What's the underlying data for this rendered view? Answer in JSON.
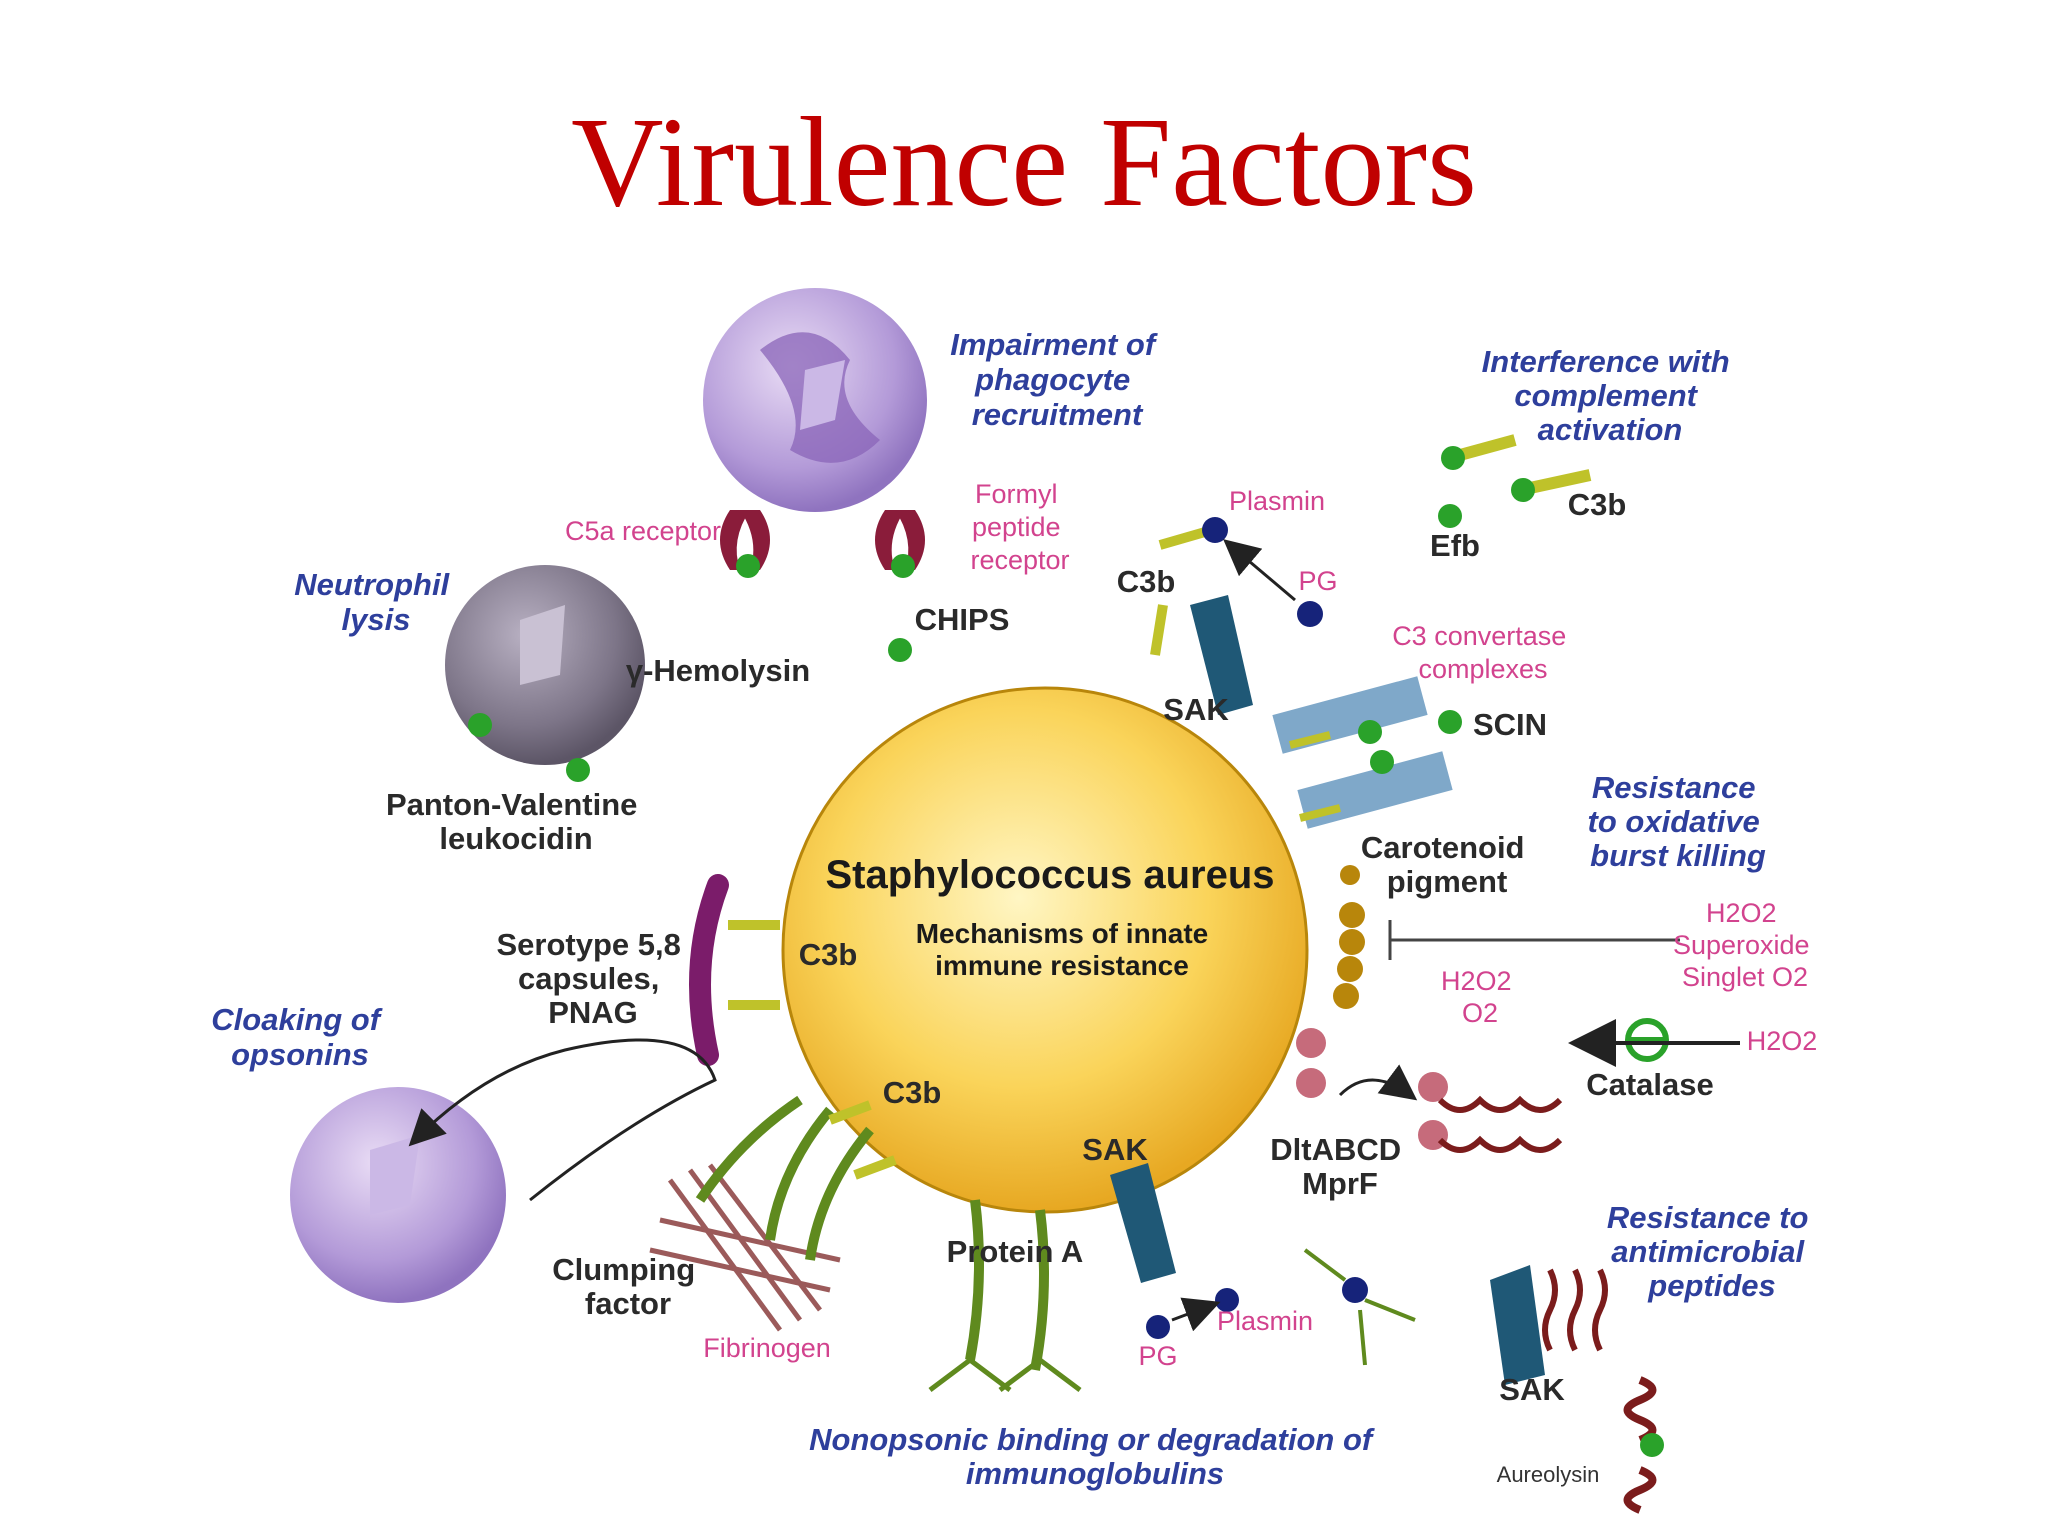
{
  "title": "Virulence Factors",
  "center": {
    "organism": "Staphylococcus aureus",
    "subtitle_line1": "Mechanisms of innate",
    "subtitle_line2": "immune resistance"
  },
  "mechanisms": {
    "phagocyte_recruitment": [
      "Impairment of",
      "phagocyte",
      "recruitment"
    ],
    "complement": [
      "Interference with",
      "complement",
      "activation"
    ],
    "neutrophil_lysis": [
      "Neutrophil",
      "lysis"
    ],
    "oxidative": [
      "Resistance",
      "to oxidative",
      "burst killing"
    ],
    "cloaking": [
      "Cloaking of",
      "opsonins"
    ],
    "antimicrobial": [
      "Resistance to",
      "antimicrobial",
      "peptides"
    ],
    "immunoglobulins": [
      "Nonopsonic binding or degradation of",
      "immunoglobulins"
    ]
  },
  "pink_labels": {
    "c5a_receptor": "C5a receptor",
    "formyl": [
      "Formyl",
      "peptide",
      "receptor"
    ],
    "plasmin_top": "Plasmin",
    "pg_top": "PG",
    "c3_convertase": [
      "C3 convertase",
      "complexes"
    ],
    "h2o2_o2_super": [
      "H2O2",
      "Superoxide",
      "Singlet O2"
    ],
    "h2o2_o2_mid": [
      "H2O2",
      "O2"
    ],
    "h2o2_catalase": "H2O2",
    "fibrinogen": "Fibrinogen",
    "plasmin_bottom": "Plasmin",
    "pg_bottom": "PG"
  },
  "dark_labels": {
    "chips": "CHIPS",
    "c3b_top": "C3b",
    "sak_top": "SAK",
    "efb": "Efb",
    "c3b_complement": "C3b",
    "scin": "SCIN",
    "hemolysin": "γ-Hemolysin",
    "pvl": [
      "Panton-Valentine",
      "leukocidin"
    ],
    "carotenoid": [
      "Carotenoid",
      "pigment"
    ],
    "serotype": [
      "Serotype 5,8",
      "capsules,",
      "PNAG"
    ],
    "c3b_capsule": "C3b",
    "c3b_clumping": "C3b",
    "catalase": "Catalase",
    "sak_bottom": "SAK",
    "dlt": [
      "DltABCD",
      "MprF"
    ],
    "clumping": [
      "Clumping",
      "factor"
    ],
    "protein_a": "Protein A",
    "sak_right": "SAK",
    "aureolysin": "Aureolysin"
  },
  "colors": {
    "title": "#c00000",
    "mechanism_text": "#2e3f9c",
    "molecule_text": "#d2438e",
    "bacterium": "#f6c545",
    "green_dot": "#2aa22a",
    "capsule": "#7b1c6a",
    "sak": "#1f5876"
  }
}
